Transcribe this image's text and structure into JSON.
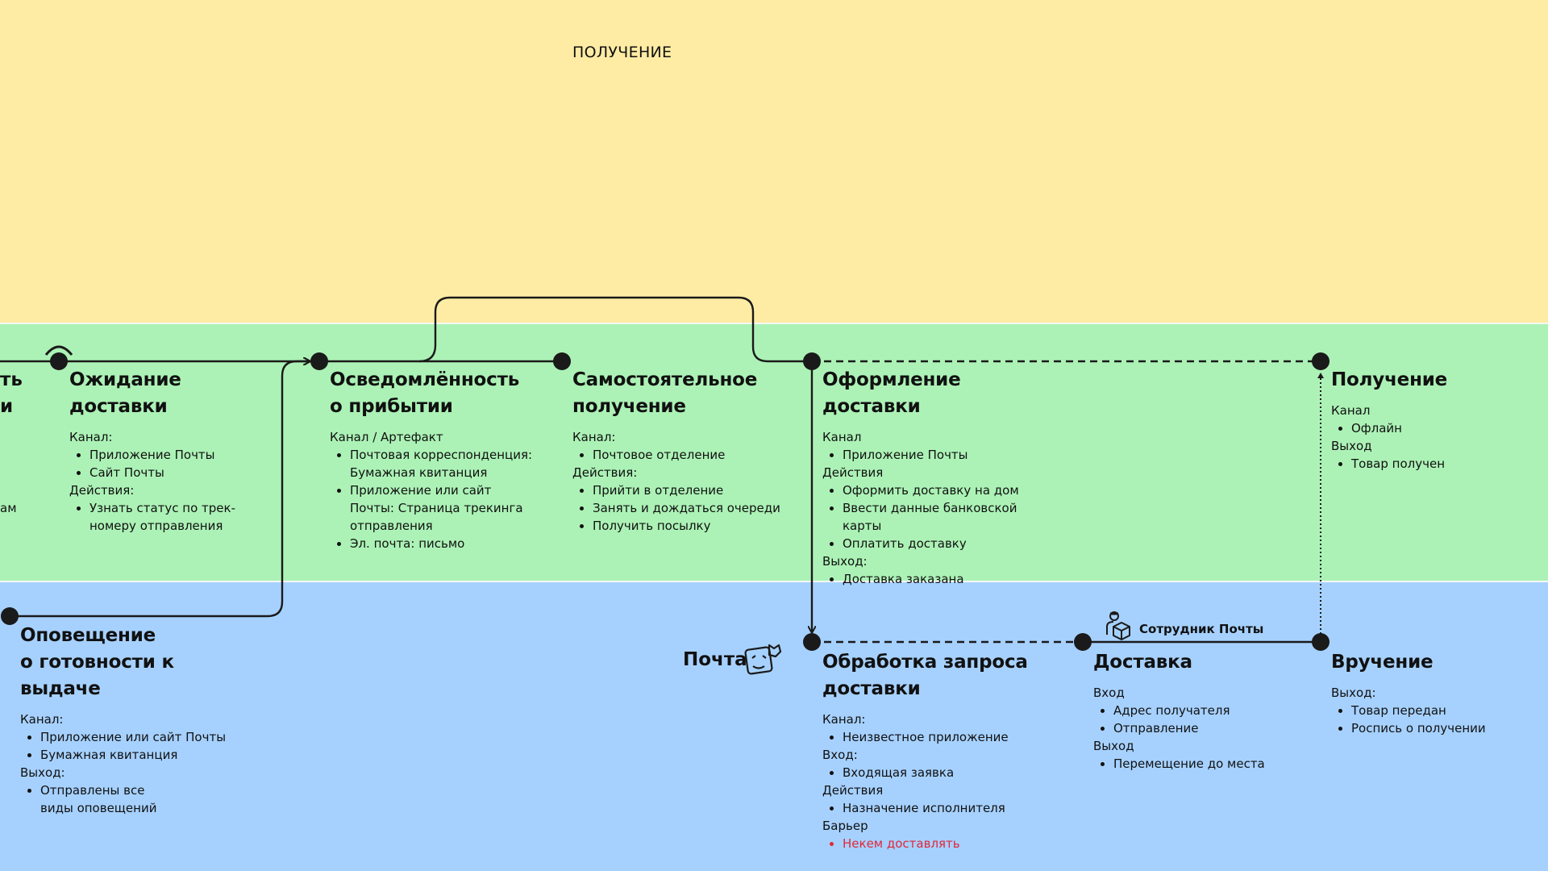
{
  "colors": {
    "top_band": "#ffeca4",
    "middle_band": "#acf2b6",
    "bottom_band": "#a6d1ff",
    "line": "#1a1a1a",
    "barrier_text": "#e0283a"
  },
  "section_title": "ПОЛУЧЕНИЕ",
  "partial_left": {
    "line1": "ть",
    "line2": "и",
    "fragment": "ам"
  },
  "actors": {
    "pochta_label": "Почта",
    "pochta_icon": "robot-face-icon",
    "staff_label": "Сотрудник Почты",
    "staff_icon": "courier-box-icon"
  },
  "stages": {
    "waiting": {
      "title": "Ожидание доставки",
      "label1": "Канал:",
      "list1": [
        "Приложение Почты",
        "Сайт Почты"
      ],
      "label2": "Действия:",
      "list2": [
        "Узнать статус по трек-номеру отправления"
      ]
    },
    "awareness": {
      "title_l1": "Осведомлённость",
      "title_l2": "о прибытии",
      "label1": "Канал / Артефакт",
      "list1": [
        "Почтовая корреспонденция: Бумажная квитанция",
        "Приложение или сайт Почты: Страница трекинга отправления",
        "Эл. почта: письмо"
      ]
    },
    "self_pickup": {
      "title_l1": "Самостоятельное",
      "title_l2": "получение",
      "label1": "Канал:",
      "list1": [
        "Почтовое отделение"
      ],
      "label2": "Действия:",
      "list2": [
        "Прийти в отделение",
        "Занять и дождаться очереди",
        "Получить посылку"
      ]
    },
    "delivery_order": {
      "title": "Оформление доставки",
      "label1": "Канал",
      "list1": [
        "Приложение Почты"
      ],
      "label2": "Действия",
      "list2": [
        "Оформить доставку на дом",
        "Ввести данные банковской карты",
        "Оплатить доставку"
      ],
      "label3": "Выход:",
      "list3": [
        "Доставка заказана"
      ]
    },
    "receipt": {
      "title": "Получение",
      "label1": "Канал",
      "list1": [
        "Офлайн"
      ],
      "label2": "Выход",
      "list2": [
        "Товар получен"
      ]
    },
    "notification": {
      "title_l1": "Оповещение",
      "title_l2": "о готовности к выдаче",
      "label1": "Канал:",
      "list1": [
        "Приложение или сайт Почты",
        "Бумажная квитанция"
      ],
      "label2": "Выход:",
      "list2": [
        "Отправлены все виды оповещений"
      ]
    },
    "processing": {
      "title_l1": "Обработка запроса",
      "title_l2": "доставки",
      "label1": "Канал:",
      "list1": [
        "Неизвестное приложение"
      ],
      "label2": "Вход:",
      "list2": [
        "Входящая заявка"
      ],
      "label3": "Действия",
      "list3": [
        "Назначение исполнителя"
      ],
      "label4": "Барьер",
      "list4": [
        "Некем доставлять"
      ]
    },
    "delivery": {
      "title": "Доставка",
      "label1": "Вход",
      "list1": [
        "Адрес получателя",
        "Отправление"
      ],
      "label2": "Выход",
      "list2": [
        "Перемещение до места"
      ]
    },
    "handover": {
      "title": "Вручение",
      "label1": "Выход:",
      "list1": [
        "Товар передан",
        "Роспись о получении"
      ]
    }
  }
}
